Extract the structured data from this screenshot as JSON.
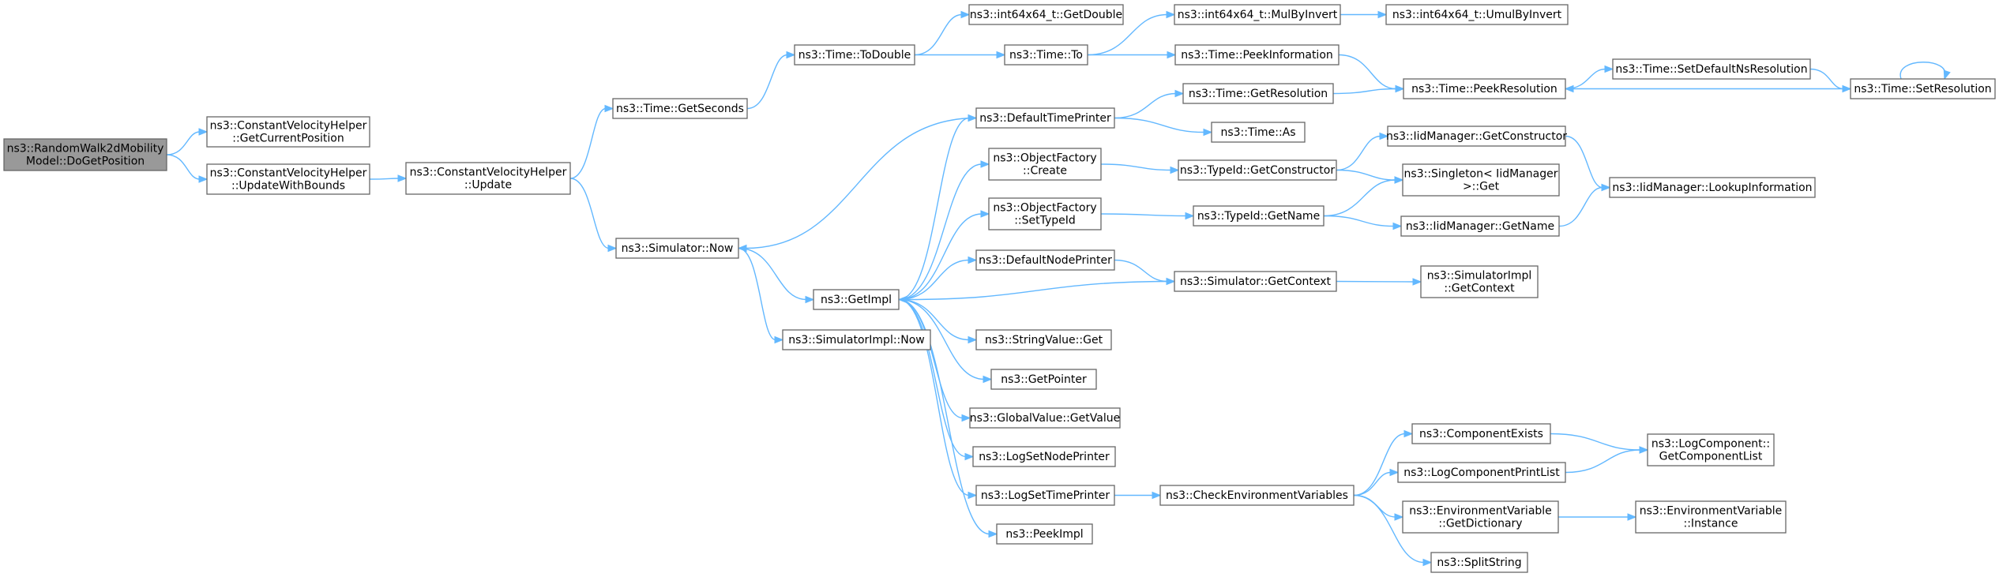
{
  "graph": {
    "colors": {
      "edge": "#63b8ff",
      "node_border": "#666666",
      "root_fill": "#999999",
      "node_fill": "#ffffff"
    },
    "nodes": [
      {
        "id": "root",
        "lines": [
          "ns3::RandomWalk2dMobility",
          "Model::DoGetPosition"
        ],
        "root": true
      },
      {
        "id": "cvh_getcur",
        "lines": [
          "ns3::ConstantVelocityHelper",
          "::GetCurrentPosition"
        ]
      },
      {
        "id": "cvh_upwb",
        "lines": [
          "ns3::ConstantVelocityHelper",
          "::UpdateWithBounds"
        ]
      },
      {
        "id": "cvh_update",
        "lines": [
          "ns3::ConstantVelocityHelper",
          "::Update"
        ]
      },
      {
        "id": "time_getsec",
        "lines": [
          "ns3::Time::GetSeconds"
        ]
      },
      {
        "id": "sim_now",
        "lines": [
          "ns3::Simulator::Now"
        ]
      },
      {
        "id": "time_todouble",
        "lines": [
          "ns3::Time::ToDouble"
        ]
      },
      {
        "id": "getimpl",
        "lines": [
          "ns3::GetImpl"
        ]
      },
      {
        "id": "simimpl_now",
        "lines": [
          "ns3::SimulatorImpl::Now"
        ]
      },
      {
        "id": "i64_getdouble",
        "lines": [
          "ns3::int64x64_t::GetDouble"
        ]
      },
      {
        "id": "time_to",
        "lines": [
          "ns3::Time::To"
        ]
      },
      {
        "id": "deftimeprinter",
        "lines": [
          "ns3::DefaultTimePrinter"
        ]
      },
      {
        "id": "of_create",
        "lines": [
          "ns3::ObjectFactory",
          "::Create"
        ]
      },
      {
        "id": "of_settypeid",
        "lines": [
          "ns3::ObjectFactory",
          "::SetTypeId"
        ]
      },
      {
        "id": "defnodeprinter",
        "lines": [
          "ns3::DefaultNodePrinter"
        ]
      },
      {
        "id": "strval_get",
        "lines": [
          "ns3::StringValue::Get"
        ]
      },
      {
        "id": "getpointer",
        "lines": [
          "ns3::GetPointer"
        ]
      },
      {
        "id": "gv_getvalue",
        "lines": [
          "ns3::GlobalValue::GetValue"
        ]
      },
      {
        "id": "logsetnode",
        "lines": [
          "ns3::LogSetNodePrinter"
        ]
      },
      {
        "id": "logsettime",
        "lines": [
          "ns3::LogSetTimePrinter"
        ]
      },
      {
        "id": "peekimpl",
        "lines": [
          "ns3::PeekImpl"
        ]
      },
      {
        "id": "i64_mulbyinv",
        "lines": [
          "ns3::int64x64_t::MulByInvert"
        ]
      },
      {
        "id": "i64_umulbyinv",
        "lines": [
          "ns3::int64x64_t::UmulByInvert"
        ]
      },
      {
        "id": "time_peekinfo",
        "lines": [
          "ns3::Time::PeekInformation"
        ]
      },
      {
        "id": "time_getres",
        "lines": [
          "ns3::Time::GetResolution"
        ]
      },
      {
        "id": "time_as",
        "lines": [
          "ns3::Time::As"
        ]
      },
      {
        "id": "typeid_getctor",
        "lines": [
          "ns3::TypeId::GetConstructor"
        ]
      },
      {
        "id": "typeid_getname",
        "lines": [
          "ns3::TypeId::GetName"
        ]
      },
      {
        "id": "sim_getctx",
        "lines": [
          "ns3::Simulator::GetContext"
        ]
      },
      {
        "id": "checkenv",
        "lines": [
          "ns3::CheckEnvironmentVariables"
        ]
      },
      {
        "id": "time_peekres",
        "lines": [
          "ns3::Time::PeekResolution"
        ]
      },
      {
        "id": "iid_getctor",
        "lines": [
          "ns3::IidManager::GetConstructor"
        ]
      },
      {
        "id": "singleton_get",
        "lines": [
          "ns3::Singleton< IidManager",
          " >::Get"
        ]
      },
      {
        "id": "iid_getname",
        "lines": [
          "ns3::IidManager::GetName"
        ]
      },
      {
        "id": "simimpl_getctx",
        "lines": [
          "ns3::SimulatorImpl",
          "::GetContext"
        ]
      },
      {
        "id": "compexists",
        "lines": [
          "ns3::ComponentExists"
        ]
      },
      {
        "id": "logcompprint",
        "lines": [
          "ns3::LogComponentPrintList"
        ]
      },
      {
        "id": "envvar_getdict",
        "lines": [
          "ns3::EnvironmentVariable",
          "::GetDictionary"
        ]
      },
      {
        "id": "splitstring",
        "lines": [
          "ns3::SplitString"
        ]
      },
      {
        "id": "time_setdefns",
        "lines": [
          "ns3::Time::SetDefaultNsResolution"
        ]
      },
      {
        "id": "iid_lookup",
        "lines": [
          "ns3::IidManager::LookupInformation"
        ]
      },
      {
        "id": "logcomp_getlist",
        "lines": [
          "ns3::LogComponent::",
          "GetComponentList"
        ]
      },
      {
        "id": "envvar_instance",
        "lines": [
          "ns3::EnvironmentVariable",
          "::Instance"
        ]
      },
      {
        "id": "time_setres",
        "lines": [
          "ns3::Time::SetResolution"
        ]
      }
    ],
    "edges": [
      [
        "root",
        "cvh_getcur"
      ],
      [
        "root",
        "cvh_upwb"
      ],
      [
        "cvh_upwb",
        "cvh_update"
      ],
      [
        "cvh_update",
        "time_getsec"
      ],
      [
        "cvh_update",
        "sim_now"
      ],
      [
        "time_getsec",
        "time_todouble"
      ],
      [
        "time_todouble",
        "i64_getdouble"
      ],
      [
        "time_todouble",
        "time_to"
      ],
      [
        "time_to",
        "i64_mulbyinv"
      ],
      [
        "time_to",
        "time_peekinfo"
      ],
      [
        "i64_mulbyinv",
        "i64_umulbyinv"
      ],
      [
        "time_peekinfo",
        "time_peekres"
      ],
      [
        "time_getres",
        "time_peekres"
      ],
      [
        "time_peekres",
        "time_setdefns"
      ],
      [
        "time_setdefns",
        "time_setres"
      ],
      [
        "time_setres",
        "time_peekres"
      ],
      [
        "time_setres",
        "time_setres"
      ],
      [
        "sim_now",
        "getimpl"
      ],
      [
        "sim_now",
        "simimpl_now"
      ],
      [
        "getimpl",
        "deftimeprinter"
      ],
      [
        "getimpl",
        "of_create"
      ],
      [
        "getimpl",
        "of_settypeid"
      ],
      [
        "getimpl",
        "defnodeprinter"
      ],
      [
        "getimpl",
        "strval_get"
      ],
      [
        "getimpl",
        "getpointer"
      ],
      [
        "getimpl",
        "gv_getvalue"
      ],
      [
        "getimpl",
        "logsetnode"
      ],
      [
        "getimpl",
        "logsettime"
      ],
      [
        "getimpl",
        "peekimpl"
      ],
      [
        "deftimeprinter",
        "sim_now"
      ],
      [
        "deftimeprinter",
        "time_getres"
      ],
      [
        "deftimeprinter",
        "time_as"
      ],
      [
        "of_create",
        "typeid_getctor"
      ],
      [
        "of_settypeid",
        "typeid_getname"
      ],
      [
        "defnodeprinter",
        "sim_getctx"
      ],
      [
        "sim_getctx",
        "getimpl"
      ],
      [
        "sim_getctx",
        "simimpl_getctx"
      ],
      [
        "typeid_getctor",
        "iid_getctor"
      ],
      [
        "typeid_getctor",
        "singleton_get"
      ],
      [
        "typeid_getname",
        "singleton_get"
      ],
      [
        "typeid_getname",
        "iid_getname"
      ],
      [
        "iid_getctor",
        "iid_lookup"
      ],
      [
        "iid_getname",
        "iid_lookup"
      ],
      [
        "logsettime",
        "checkenv"
      ],
      [
        "checkenv",
        "compexists"
      ],
      [
        "checkenv",
        "logcompprint"
      ],
      [
        "checkenv",
        "envvar_getdict"
      ],
      [
        "checkenv",
        "splitstring"
      ],
      [
        "compexists",
        "logcomp_getlist"
      ],
      [
        "logcompprint",
        "logcomp_getlist"
      ],
      [
        "envvar_getdict",
        "envvar_instance"
      ]
    ]
  }
}
